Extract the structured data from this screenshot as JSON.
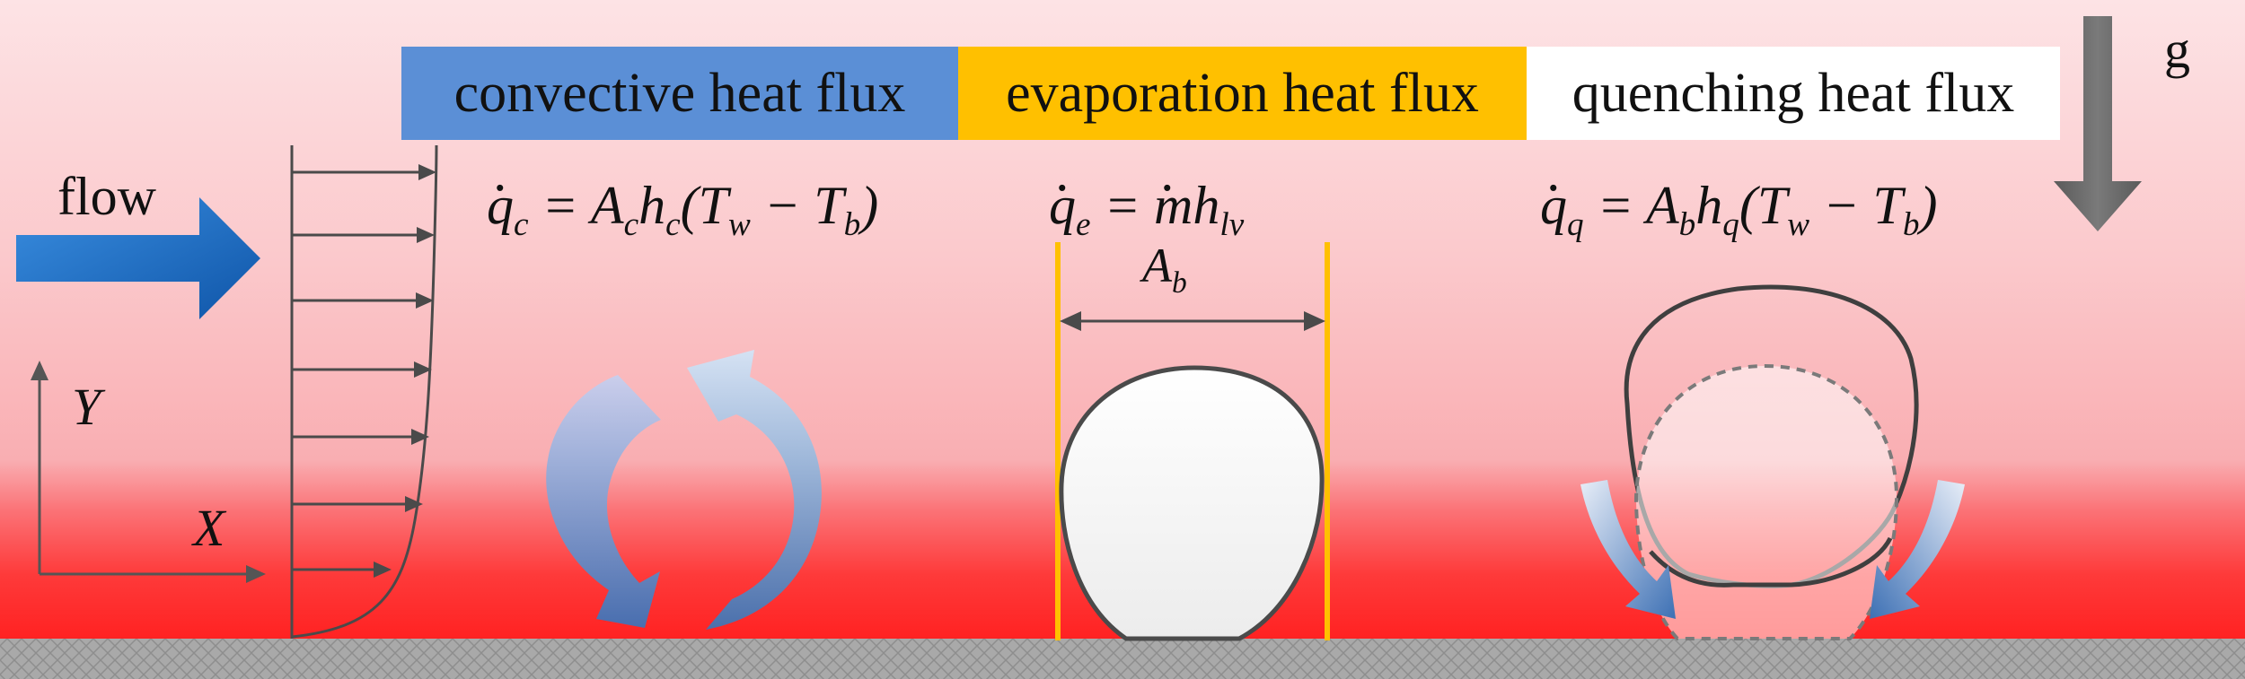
{
  "legend": {
    "convective": "convective heat flux",
    "evaporation": "evaporation heat flux",
    "quenching": "quenching heat flux"
  },
  "labels": {
    "flow": "flow",
    "gravity": "g",
    "axis_y": "Y",
    "axis_x": "X",
    "bubble_area": "A",
    "bubble_area_sub": "b"
  },
  "equations": {
    "convective": {
      "q": "q",
      "q_sub": "c",
      "rhs1": "= A",
      "rhs1_sub": "c",
      "rhs2": "h",
      "rhs2_sub": "c",
      "rhs3": "(T",
      "rhs3_sub": "w",
      "rhs4": " − T",
      "rhs4_sub": "b",
      "rhs5": ")"
    },
    "evaporation": {
      "q": "q",
      "q_sub": "e",
      "rhs1": "= ",
      "m": "m",
      "rhs2": "h",
      "rhs2_sub": "lv"
    },
    "quenching": {
      "q": "q",
      "q_sub": "q",
      "rhs1": "= A",
      "rhs1_sub": "b",
      "rhs2": "h",
      "rhs2_sub": "q",
      "rhs3": "(T",
      "rhs3_sub": "w",
      "rhs4": " − T",
      "rhs4_sub": "b",
      "rhs5": ")"
    }
  },
  "colors": {
    "legend_convective": "#5b8fd6",
    "legend_evaporation": "#ffc000",
    "legend_quenching": "#ffffff",
    "flow_arrow": "#1f6fc0",
    "gravity_arrow": "#6b6b6b",
    "wall_heat": "#ff2a2a",
    "bubble_boundary": "#ffc000"
  },
  "icons": {
    "flow": "flow-arrow-icon",
    "gravity": "gravity-arrow-icon",
    "convection": "circulation-arrows-icon",
    "quenching": "inflow-arrows-icon"
  }
}
